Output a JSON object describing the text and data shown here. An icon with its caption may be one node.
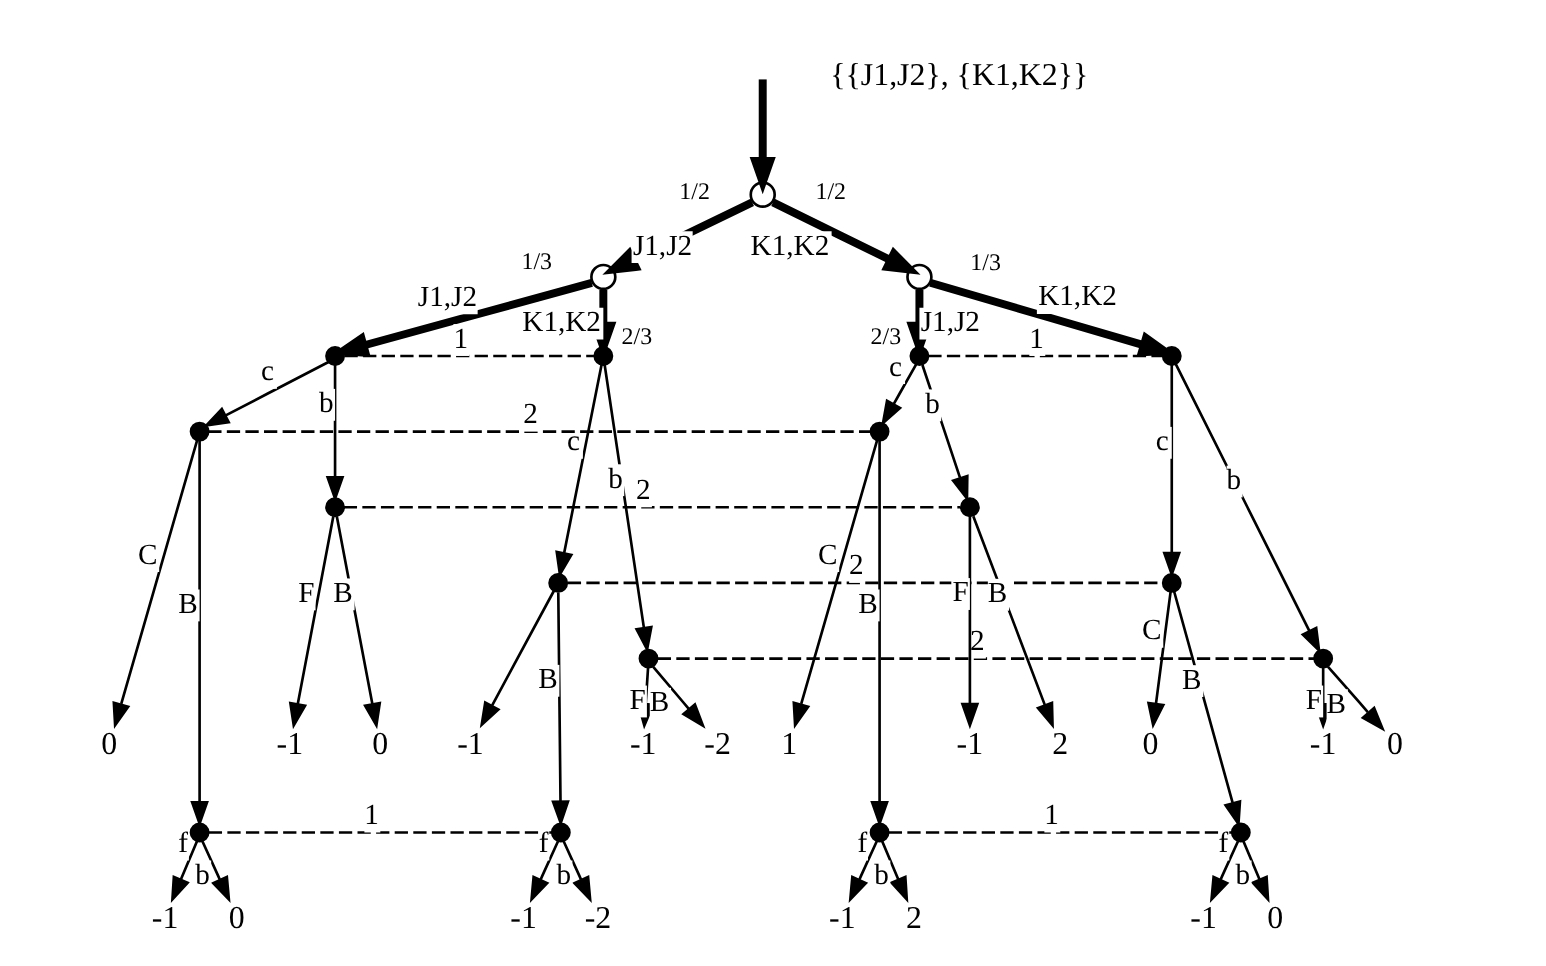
{
  "diagram": {
    "nodes": [
      {
        "text": [],
        "shape": "circle"
      },
      {
        "text": [],
        "shape": "circle"
      },
      {
        "text": [],
        "shape": "circle"
      },
      {
        "text": [],
        "shape": "point"
      },
      {
        "text": [],
        "shape": "point"
      },
      {
        "text": [],
        "shape": "point"
      },
      {
        "text": [],
        "shape": "point"
      },
      {
        "text": [],
        "shape": "point"
      },
      {
        "text": [],
        "shape": "point"
      },
      {
        "text": [],
        "shape": "point"
      },
      {
        "text": [],
        "shape": "point"
      },
      {
        "text": [],
        "shape": "point"
      },
      {
        "text": [],
        "shape": "point"
      },
      {
        "text": [],
        "shape": "point"
      },
      {
        "text": [],
        "shape": "point"
      },
      {
        "text": [
          "0"
        ]
      },
      {
        "text": [],
        "shape": "point"
      },
      {
        "text": [
          "-1"
        ]
      },
      {
        "text": [
          "0"
        ]
      },
      {
        "text": [
          "-1"
        ]
      },
      {
        "text": [],
        "shape": "point"
      },
      {
        "text": [
          "-1"
        ]
      },
      {
        "text": [
          "-2"
        ]
      },
      {
        "text": [
          "1"
        ]
      },
      {
        "text": [],
        "shape": "point"
      },
      {
        "text": [
          "-1"
        ]
      },
      {
        "text": [
          "2"
        ]
      },
      {
        "text": [
          "0"
        ]
      },
      {
        "text": [],
        "shape": "point"
      },
      {
        "text": [
          "-1"
        ]
      },
      {
        "text": [
          "0"
        ]
      },
      {
        "text": [
          "-1"
        ]
      },
      {
        "text": [
          "0"
        ]
      },
      {
        "text": [
          "-1"
        ]
      },
      {
        "text": [
          "-2"
        ]
      },
      {
        "text": [
          "-1"
        ]
      },
      {
        "text": [
          "2"
        ]
      },
      {
        "text": [
          "-1"
        ]
      },
      {
        "text": [
          "0"
        ]
      }
    ],
    "edges": [
      {
        "from": 0,
        "to": 1,
        "arrow": "to",
        "label": "J1,J2",
        "style": "thick"
      },
      {
        "from": 0,
        "to": 2,
        "arrow": "to",
        "label": "K1,K2",
        "style": "thick"
      },
      {
        "from": 1,
        "to": 3,
        "arrow": "to",
        "label": "J1,J2",
        "style": "thick"
      },
      {
        "from": 1,
        "to": 4,
        "arrow": "to",
        "label": "K1,K2",
        "style": "thick"
      },
      {
        "from": 2,
        "to": 5,
        "arrow": "to",
        "label": "J1,J2",
        "style": "thick"
      },
      {
        "from": 2,
        "to": 6,
        "arrow": "to",
        "label": "K1,K2",
        "style": "thick"
      },
      {
        "from": 3,
        "to": 7,
        "arrow": "to",
        "label": "c"
      },
      {
        "from": 3,
        "to": 8,
        "arrow": "to",
        "label": "b"
      },
      {
        "from": 4,
        "to": 9,
        "arrow": "to",
        "label": "c"
      },
      {
        "from": 4,
        "to": 10,
        "arrow": "to",
        "label": "b"
      },
      {
        "from": 5,
        "to": 11,
        "arrow": "to",
        "label": "c"
      },
      {
        "from": 5,
        "to": 12,
        "arrow": "to",
        "label": "b"
      },
      {
        "from": 6,
        "to": 13,
        "arrow": "to",
        "label": "c"
      },
      {
        "from": 6,
        "to": 14,
        "arrow": "to",
        "label": "b"
      },
      {
        "from": 7,
        "to": 15,
        "arrow": "to",
        "label": "C"
      },
      {
        "from": 7,
        "to": 16,
        "arrow": "to",
        "label": "B"
      },
      {
        "from": 8,
        "to": 17,
        "arrow": "to",
        "label": "F"
      },
      {
        "from": 8,
        "to": 18,
        "arrow": "to",
        "label": "B"
      },
      {
        "from": 9,
        "to": 19,
        "arrow": "to"
      },
      {
        "from": 9,
        "to": 20,
        "arrow": "to",
        "label": "B"
      },
      {
        "from": 10,
        "to": 21,
        "arrow": "to",
        "label": "F"
      },
      {
        "from": 10,
        "to": 22,
        "arrow": "to",
        "label": "B"
      },
      {
        "from": 11,
        "to": 23,
        "arrow": "to",
        "label": "C"
      },
      {
        "from": 11,
        "to": 24,
        "arrow": "to",
        "label": "B"
      },
      {
        "from": 12,
        "to": 25,
        "arrow": "to",
        "label": "F"
      },
      {
        "from": 12,
        "to": 26,
        "arrow": "to",
        "label": "B"
      },
      {
        "from": 13,
        "to": 27,
        "arrow": "to",
        "label": "C"
      },
      {
        "from": 13,
        "to": 28,
        "arrow": "to",
        "label": "B"
      },
      {
        "from": 14,
        "to": 29,
        "arrow": "to",
        "label": "F"
      },
      {
        "from": 14,
        "to": 30,
        "arrow": "to",
        "label": "B"
      },
      {
        "from": 16,
        "to": 31,
        "arrow": "to",
        "label": "f"
      },
      {
        "from": 16,
        "to": 32,
        "arrow": "to",
        "label": "b"
      },
      {
        "from": 20,
        "to": 33,
        "arrow": "to",
        "label": "f"
      },
      {
        "from": 20,
        "to": 34,
        "arrow": "to",
        "label": "b"
      },
      {
        "from": 24,
        "to": 35,
        "arrow": "to",
        "label": "f"
      },
      {
        "from": 24,
        "to": 36,
        "arrow": "to",
        "label": "b"
      },
      {
        "from": 28,
        "to": 37,
        "arrow": "to",
        "label": "f"
      },
      {
        "from": 28,
        "to": 38,
        "arrow": "to",
        "label": "b"
      },
      {
        "from": 3,
        "to": 4,
        "arrow": "none",
        "label": "1",
        "style": "dashed"
      },
      {
        "from": 5,
        "to": 6,
        "arrow": "none",
        "label": "1",
        "style": "dashed"
      },
      {
        "from": 7,
        "to": 11,
        "arrow": "none",
        "label": "2",
        "style": "dashed"
      },
      {
        "from": 8,
        "to": 12,
        "arrow": "none",
        "label": "2",
        "style": "dashed"
      },
      {
        "from": 9,
        "to": 13,
        "arrow": "none",
        "label": "2",
        "style": "dashed"
      },
      {
        "from": 10,
        "to": 14,
        "arrow": "none",
        "label": "2",
        "style": "dashed"
      },
      {
        "from": 16,
        "to": 20,
        "arrow": "none",
        "label": "1",
        "style": "dashed"
      },
      {
        "from": 24,
        "to": 28,
        "arrow": "none",
        "label": "1",
        "style": "dashed"
      },
      {
        "from": null,
        "to": 0,
        "arrow": "to",
        "style": "thick"
      }
    ],
    "labels": [
      "{{J1,J2}, {K1,K2}}",
      "1/2",
      "1/2",
      "1/3",
      "2/3",
      "2/3",
      "1/3"
    ]
  }
}
